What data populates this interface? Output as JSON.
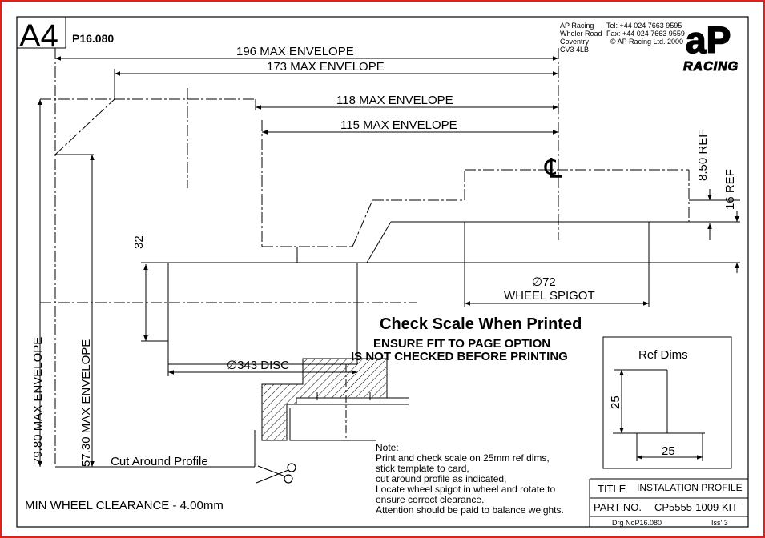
{
  "sheet": {
    "size": "A4",
    "drawing_number": "P16.080",
    "border_color": "#e0201c"
  },
  "company": {
    "lines": [
      "AP Racing",
      "Wheler Road",
      "Coventry",
      "CV3 4LB"
    ],
    "tel": "Tel:  +44 024 7663 9595",
    "fax": "Fax: +44 024 7663 9559",
    "copyright": "© AP Racing Ltd. 2000",
    "logo_big": "aP",
    "logo_sub": "RACING"
  },
  "dimensions": {
    "d196": "196 MAX ENVELOPE",
    "d173": "173 MAX ENVELOPE",
    "d118": "118 MAX ENVELOPE",
    "d115": "115 MAX ENVELOPE",
    "ref850": "8.50 REF",
    "ref16": "16 REF",
    "d32": "32",
    "spigot_dia": "∅72",
    "spigot_label": "WHEEL SPIGOT",
    "disc": "∅343 DISC",
    "env7980": "79.80 MAX ENVELOPE",
    "env5730": "57.30 MAX ENVELOPE",
    "centerline": "℄"
  },
  "warnings": {
    "check_scale": "Check Scale When Printed",
    "fit1": "ENSURE FIT TO PAGE OPTION",
    "fit2": "IS NOT CHECKED BEFORE PRINTING"
  },
  "ref_dims": {
    "title": "Ref Dims",
    "v": "25",
    "h": "25"
  },
  "cut_label": "Cut Around Profile",
  "clearance": "MIN WHEEL CLEARANCE - 4.00mm",
  "note": {
    "heading": "Note:",
    "lines": [
      "Print and check scale on 25mm ref dims,",
      "stick template to card,",
      "cut around profile as indicated,",
      "Locate wheel spigot in wheel and rotate to",
      "ensure correct clearance.",
      "Attention should be paid to balance weights."
    ]
  },
  "title_block": {
    "title_label": "TITLE",
    "title_value": "INSTALATION PROFILE",
    "part_label": "PART NO.",
    "part_value": "CP5555-1009 KIT",
    "drg": "Drg NoP16.080",
    "iss": "Iss' 3"
  }
}
